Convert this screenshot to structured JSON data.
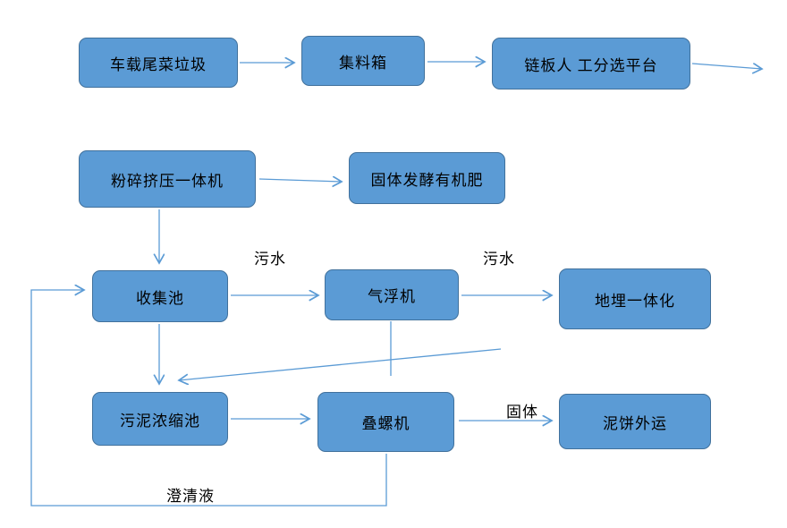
{
  "diagram": {
    "accent_color": "#5B9BD5",
    "node_border_color": "#41719C",
    "nodes": [
      {
        "label": "车载尾菜垃圾"
      },
      {
        "label": "集料箱"
      },
      {
        "label": "链板人 工分选平台"
      },
      {
        "label": "粉碎挤压一体机"
      },
      {
        "label": "固体发酵有机肥"
      },
      {
        "label": "收集池"
      },
      {
        "label": "气浮机"
      },
      {
        "label": "地埋一体化"
      },
      {
        "label": "污泥浓缩池"
      },
      {
        "label": "叠螺机"
      },
      {
        "label": "泥饼外运"
      }
    ],
    "edge_labels": [
      {
        "text": "污水"
      },
      {
        "text": "污水"
      },
      {
        "text": "固体"
      },
      {
        "text": "澄清液"
      }
    ]
  }
}
